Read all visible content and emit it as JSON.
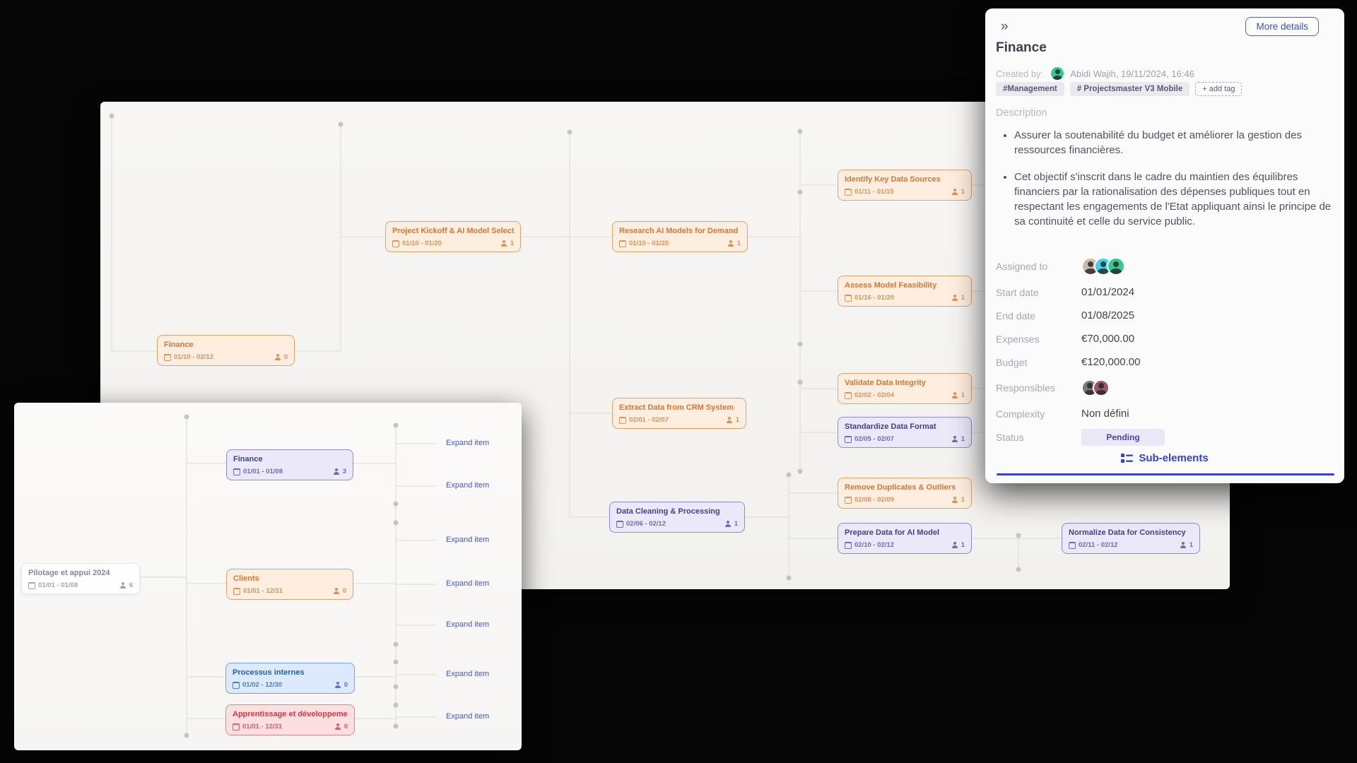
{
  "detail_panel": {
    "collapse_icon": "»",
    "more_details_label": "More details",
    "title": "Finance",
    "created_by_label": "Created by:",
    "created_by_value": "Abidi Wajih, 19/11/2024, 16:46",
    "tags": [
      "#Management",
      "# Projectsmaster V3 Mobile"
    ],
    "add_tag_label": "+ add tag",
    "description_label": "Description",
    "description_bullets": [
      "Assurer la soutenabilité du budget et améliorer la gestion des ressources financières.",
      "Cet objectif s'inscrit dans le cadre du maintien des équilibres financiers par la rationalisation des dépenses publiques tout en respectant les engagements de l'Etat appliquant ainsi le principe de sa continuité et celle du service public."
    ],
    "fields": {
      "assigned_to_label": "Assigned to",
      "start_date_label": "Start date",
      "start_date": "01/01/2024",
      "end_date_label": "End date",
      "end_date": "01/08/2025",
      "expenses_label": "Expenses",
      "expenses": "€70,000.00",
      "budget_label": "Budget",
      "budget": "€120,000.00",
      "responsibles_label": "Responsibles",
      "complexity_label": "Complexity",
      "complexity": "Non défini",
      "status_label": "Status",
      "status": "Pending"
    },
    "sub_elements_label": "Sub-elements",
    "accent_color": "#3d52d5",
    "status_badge": {
      "bg": "#eae7f7",
      "text_color": "#4a44b5"
    }
  },
  "main_canvas": {
    "nodes": [
      {
        "title": "Finance",
        "dates": "01/10 - 02/12",
        "people": "0",
        "type": "orange"
      },
      {
        "title": "Project Kickoff & AI Model Selection",
        "dates": "01/10 - 01/20",
        "people": "1",
        "type": "orange"
      },
      {
        "title": "Research AI Models for Demand For...",
        "dates": "01/10 - 01/20",
        "people": "1",
        "type": "orange"
      },
      {
        "title": "Identify Key Data Sources",
        "dates": "01/11 - 01/15",
        "people": "1",
        "type": "orange"
      },
      {
        "title": "Assess Model Feasibility",
        "dates": "01/16 - 01/20",
        "people": "1",
        "type": "orange"
      },
      {
        "title": "Validate Data Integrity",
        "dates": "02/02 - 02/04",
        "people": "1",
        "type": "orange"
      },
      {
        "title": "Standardize Data Format",
        "dates": "02/05 - 02/07",
        "people": "1",
        "type": "purple"
      },
      {
        "title": "Extract Data from CRM System",
        "dates": "02/01 - 02/07",
        "people": "1",
        "type": "orange"
      },
      {
        "title": "Data Cleaning & Processing",
        "dates": "02/06 - 02/12",
        "people": "1",
        "type": "purple"
      },
      {
        "title": "Remove Duplicates & Outliers",
        "dates": "02/08 - 02/09",
        "people": "1",
        "type": "orange"
      },
      {
        "title": "Prepare Data for AI Model",
        "dates": "02/10 - 02/12",
        "people": "1",
        "type": "purple"
      },
      {
        "title": "Normalize Data for Consistency",
        "dates": "02/11 - 02/12",
        "people": "1",
        "type": "purple"
      }
    ],
    "node_colors": {
      "orange": "#e2a26a",
      "purple": "#9189d4",
      "blue": "#74a2e5",
      "red": "#e2828a"
    }
  },
  "overlay_canvas": {
    "nodes": [
      {
        "title": "Pilotage et appui 2024",
        "dates": "01/01 - 01/08",
        "people": "6",
        "type": "white"
      },
      {
        "title": "Finance",
        "dates": "01/01 - 01/08",
        "people": "3",
        "type": "purple"
      },
      {
        "title": "Clients",
        "dates": "01/01 - 12/31",
        "people": "0",
        "type": "orange"
      },
      {
        "title": "Processus internes",
        "dates": "01/02 - 12/30",
        "people": "0",
        "type": "blue"
      },
      {
        "title": "Apprentissage et développement",
        "dates": "01/01 - 12/31",
        "people": "0",
        "type": "red"
      }
    ],
    "expand_label": "Expand item",
    "expand_count": 7
  }
}
